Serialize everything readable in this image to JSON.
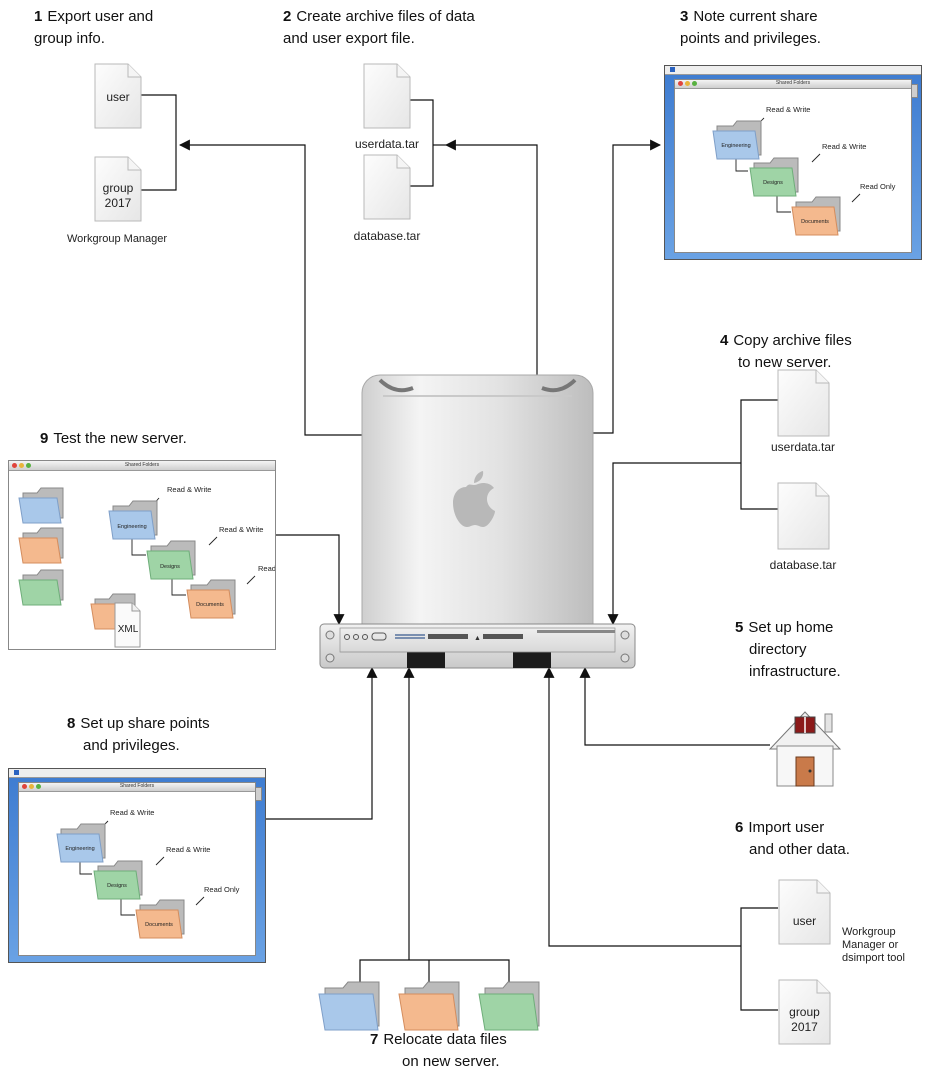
{
  "steps": [
    {
      "num": "1",
      "line1": "Export user and",
      "line2": "group info."
    },
    {
      "num": "2",
      "line1": "Create archive files of data",
      "line2": "and user export file."
    },
    {
      "num": "3",
      "line1": "Note current share",
      "line2": "points and privileges."
    },
    {
      "num": "4",
      "line1": "Copy archive files",
      "line2": "to new server."
    },
    {
      "num": "5",
      "line1": "Set up home",
      "line2": "directory",
      "line3": "infrastructure."
    },
    {
      "num": "6",
      "line1": "Import user",
      "line2": "and other data."
    },
    {
      "num": "7",
      "line1": "Relocate data files",
      "line2": "on new server."
    },
    {
      "num": "8",
      "line1": "Set up share points",
      "line2": "and privileges."
    },
    {
      "num": "9",
      "line1": "Test the new server."
    }
  ],
  "docs": {
    "user": "user",
    "group": "group",
    "group_year": "2017",
    "userdata": "userdata.tar",
    "database": "database.tar",
    "xml": "XML"
  },
  "captions": {
    "workgroup_manager": "Workgroup Manager",
    "wgm_or_dsimport_1": "Workgroup",
    "wgm_or_dsimport_2": "Manager or",
    "wgm_or_dsimport_3": "dsimport tool"
  },
  "shared_folders": {
    "window_title": "Shared Folders",
    "engineering": "Engineering",
    "designs": "Designs",
    "documents": "Documents",
    "read_write": "Read & Write",
    "read_only": "Read Only"
  },
  "colors": {
    "blue_folder": "#a9c8ea",
    "green_folder": "#9fd4a6",
    "orange_folder": "#f4b98e",
    "desktop_blue": "#3f79c6",
    "arrow": "#111111"
  }
}
